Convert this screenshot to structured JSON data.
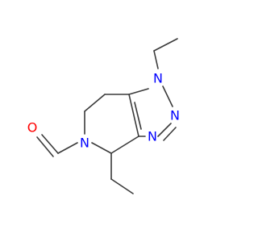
{
  "molecule": {
    "atoms": [
      {
        "id": "n1",
        "label": "N",
        "color": "#0000ff"
      },
      {
        "id": "n2",
        "label": "N",
        "color": "#0000ff"
      },
      {
        "id": "n3",
        "label": "N",
        "color": "#0000ff"
      },
      {
        "id": "n5",
        "label": "N",
        "color": "#0000ff"
      },
      {
        "id": "o",
        "label": "O",
        "color": "#ff0000"
      }
    ],
    "bond_color": "#3a3a3a"
  }
}
